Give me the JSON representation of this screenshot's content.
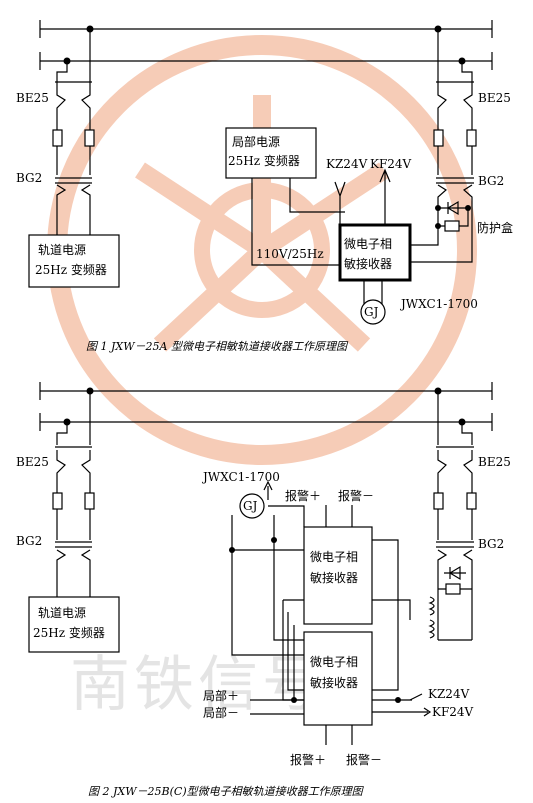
{
  "colors": {
    "watermark": "#f3b79a",
    "watermark_text": "#e4e4e4",
    "ink": "#000000"
  },
  "watermark": {
    "text": "南铁信号"
  },
  "figure1": {
    "caption": "图 1  JXW－25A 型微电子相敏轨道接收器工作原理图",
    "be25_left": "BE25",
    "be25_right": "BE25",
    "bg2_left": "BG2",
    "bg2_right": "BG2",
    "track_power_line1": "轨道电源",
    "track_power_line2": "25Hz 变频器",
    "local_power_line1": "局部电源",
    "local_power_line2": "25Hz 变频器",
    "kz": "KZ24V",
    "kf": "KF24V",
    "voltage": "110V/25Hz",
    "receiver_line1": "微电子相",
    "receiver_line2": "敏接收器",
    "protect_box": "防护盒",
    "gj": "GJ",
    "relay": "JWXC1-1700"
  },
  "figure2": {
    "caption": "图 2  JXW－25B(C)型微电子相敏轨道接收器工作原理图",
    "be25_left": "BE25",
    "be25_right": "BE25",
    "bg2_left": "BG2",
    "bg2_right": "BG2",
    "track_power_line1": "轨道电源",
    "track_power_line2": "25Hz 变频器",
    "relay": "JWXC1-1700",
    "gj": "GJ",
    "alarm_plus_top": "报警＋",
    "alarm_minus_top": "报警－",
    "alarm_plus_bottom": "报警＋",
    "alarm_minus_bottom": "报警－",
    "receiver_a_line1": "微电子相",
    "receiver_a_line2": "敏接收器",
    "receiver_b_line1": "微电子相",
    "receiver_b_line2": "敏接收器",
    "local_plus": "局部＋",
    "local_minus": "局部－",
    "kz": "KZ24V",
    "kf": "KF24V"
  }
}
